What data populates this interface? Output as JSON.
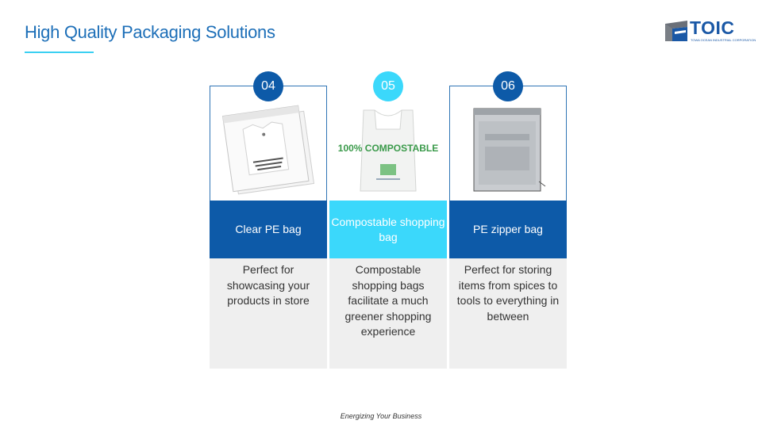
{
  "header": {
    "title": "High Quality Packaging Solutions",
    "logo_text": "TOIC",
    "logo_subtext": "TOWA OCEAN INDUSTRIAL CORPORATION"
  },
  "cards": [
    {
      "number": "04",
      "label": "Clear PE bag",
      "description": "Perfect for showcasing your products in store",
      "image": "clear-pe-bag-photo"
    },
    {
      "number": "05",
      "label": "Compostable shopping bag",
      "description": "Compostable shopping bags facilitate a much greener shopping experience",
      "image": "compostable-bag-photo",
      "bag_print": "100% COMPOSTABLE"
    },
    {
      "number": "06",
      "label": "PE zipper bag",
      "description": "Perfect for storing items from spices to tools to everything in between",
      "image": "zipper-bag-photo"
    }
  ],
  "footer": {
    "tagline": "Energizing Your Business"
  },
  "colors": {
    "title": "#1d6fb8",
    "dark_blue": "#0d5aa8",
    "cyan": "#3bd8fb",
    "desc_bg": "#efefef"
  }
}
